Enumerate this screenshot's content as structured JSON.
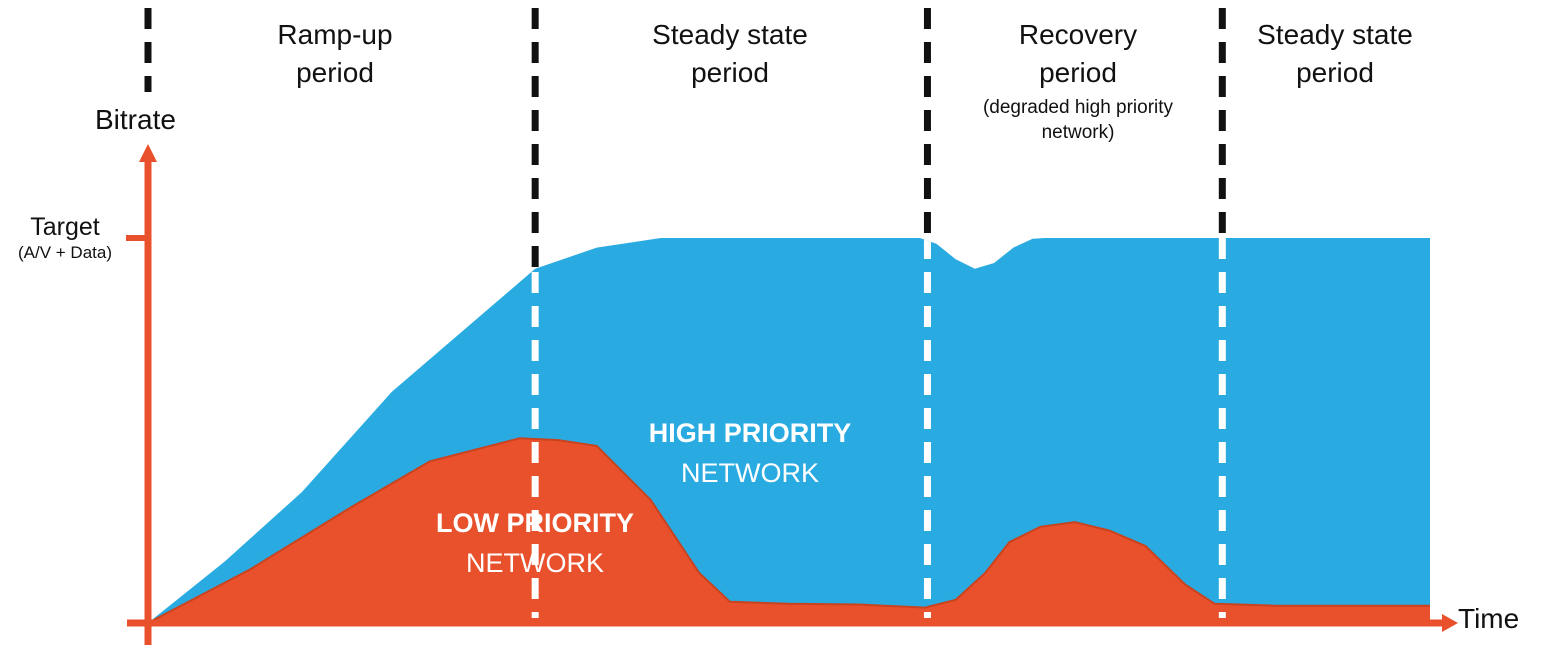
{
  "axis": {
    "y_label": "Bitrate",
    "x_label": "Time",
    "target_label": "Target",
    "target_sublabel": "(A/V + Data)"
  },
  "periods": [
    {
      "lines": [
        "Ramp-up",
        "period"
      ],
      "sub": ""
    },
    {
      "lines": [
        "Steady state",
        "period"
      ],
      "sub": ""
    },
    {
      "lines": [
        "Recovery",
        "period"
      ],
      "sub": "(degraded high priority network)"
    },
    {
      "lines": [
        "Steady state",
        "period"
      ],
      "sub": ""
    }
  ],
  "area_labels": {
    "high": {
      "line1": "HIGH PRIORITY",
      "line2": "NETWORK"
    },
    "low": {
      "line1": "LOW PRIORITY",
      "line2": "NETWORK"
    }
  },
  "colors": {
    "blue": "#29ABE2",
    "orange": "#E8512B",
    "orange_edge": "#C9431F",
    "axis": "#E8512B",
    "divider_black": "#111111",
    "divider_white": "#FFFFFF",
    "text": "#111111"
  },
  "chart_data": {
    "type": "area",
    "title": "",
    "xlabel": "Time",
    "ylabel": "Bitrate",
    "target_line_label": "Target (A/V + Data)",
    "x_units": "time, normalized 0-100 across the plot",
    "y_units": "bitrate as fraction of target (A/V + Data)",
    "x_range": [
      0,
      100
    ],
    "y_range": [
      0,
      1.05
    ],
    "target_value": 1.0,
    "grid": false,
    "legend_position": "labels drawn inside areas",
    "stacking": "low-priority area is drawn on top of the total (high-priority fills the remainder up to the envelope)",
    "series": [
      {
        "name": "HIGH PRIORITY NETWORK (total bitrate envelope)",
        "color": "#29ABE2",
        "x": [
          0,
          6,
          12,
          19,
          26,
          30.2,
          35,
          40,
          60.2,
          61.5,
          63,
          64.5,
          66,
          67.5,
          69,
          70,
          100
        ],
        "y": [
          0,
          0.16,
          0.34,
          0.6,
          0.8,
          0.92,
          0.975,
          1.0,
          1.0,
          0.985,
          0.945,
          0.92,
          0.935,
          0.975,
          0.998,
          1.0,
          1.0
        ]
      },
      {
        "name": "LOW PRIORITY NETWORK",
        "color": "#E8512B",
        "x": [
          0,
          8,
          15.8,
          22,
          29,
          32,
          35,
          39.2,
          43,
          45.4,
          50,
          55.5,
          60.6,
          63,
          65.3,
          67.2,
          69.6,
          72.3,
          75,
          77.8,
          80.9,
          83.2,
          88,
          100
        ],
        "y": [
          0,
          0.14,
          0.3,
          0.42,
          0.48,
          0.475,
          0.46,
          0.32,
          0.13,
          0.055,
          0.05,
          0.048,
          0.04,
          0.06,
          0.13,
          0.21,
          0.25,
          0.262,
          0.24,
          0.2,
          0.1,
          0.05,
          0.045,
          0.045
        ]
      }
    ],
    "dividers": [
      {
        "x": 0,
        "full": false
      },
      {
        "x": 30.2,
        "full": true
      },
      {
        "x": 60.8,
        "full": true
      },
      {
        "x": 83.8,
        "full": true
      }
    ],
    "period_labels": [
      "Ramp-up period",
      "Steady state period",
      "Recovery period (degraded high priority network)",
      "Steady state period"
    ]
  }
}
